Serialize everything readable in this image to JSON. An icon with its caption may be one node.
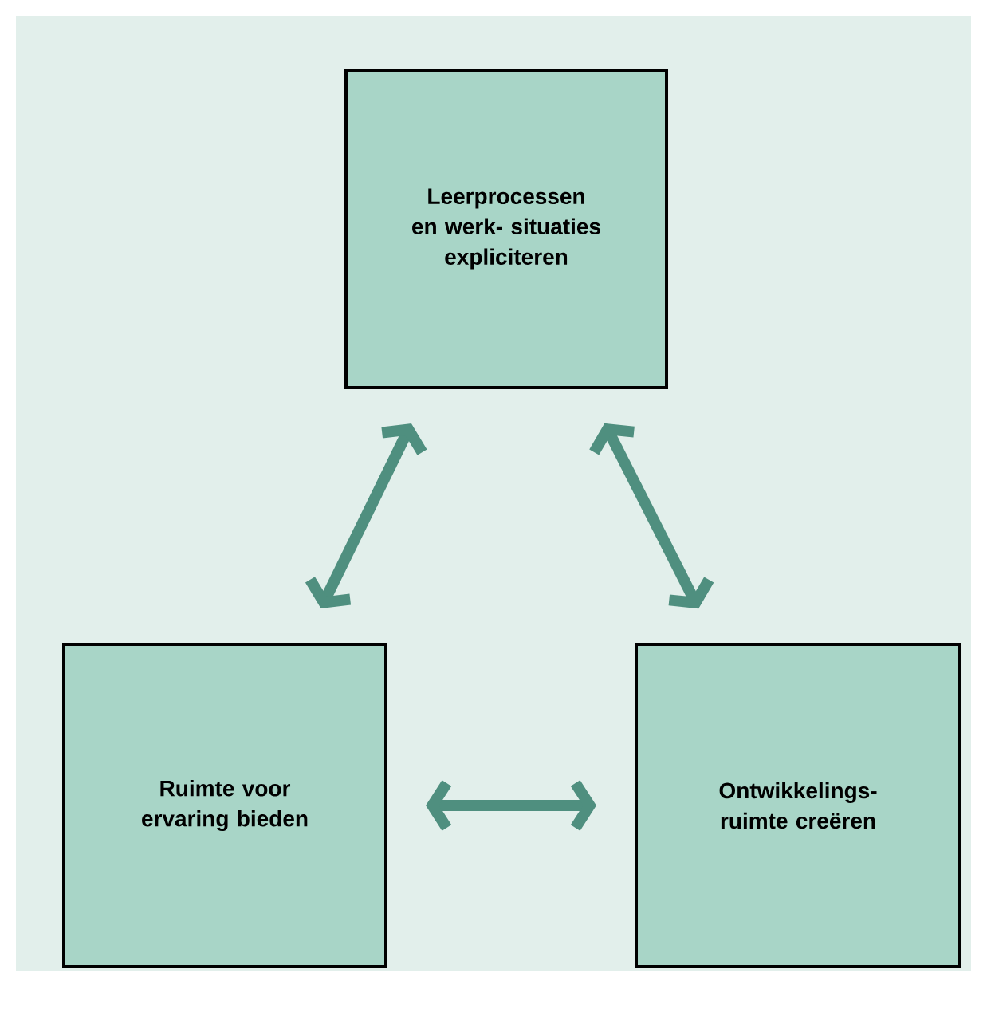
{
  "diagram": {
    "nodes": [
      {
        "text": [
          "Leerprocessen en werk- situaties expliciteren"
        ]
      },
      {
        "text": [
          "Ruimte voor ervaring bieden"
        ]
      },
      {
        "text": [
          "Ontwikkelings- ruimte creëren"
        ]
      }
    ],
    "edges": [
      {
        "from": 0,
        "to": 1,
        "arrow": "both"
      },
      {
        "from": 0,
        "to": 2,
        "arrow": "both"
      },
      {
        "from": 1,
        "to": 2,
        "arrow": "both"
      }
    ]
  }
}
